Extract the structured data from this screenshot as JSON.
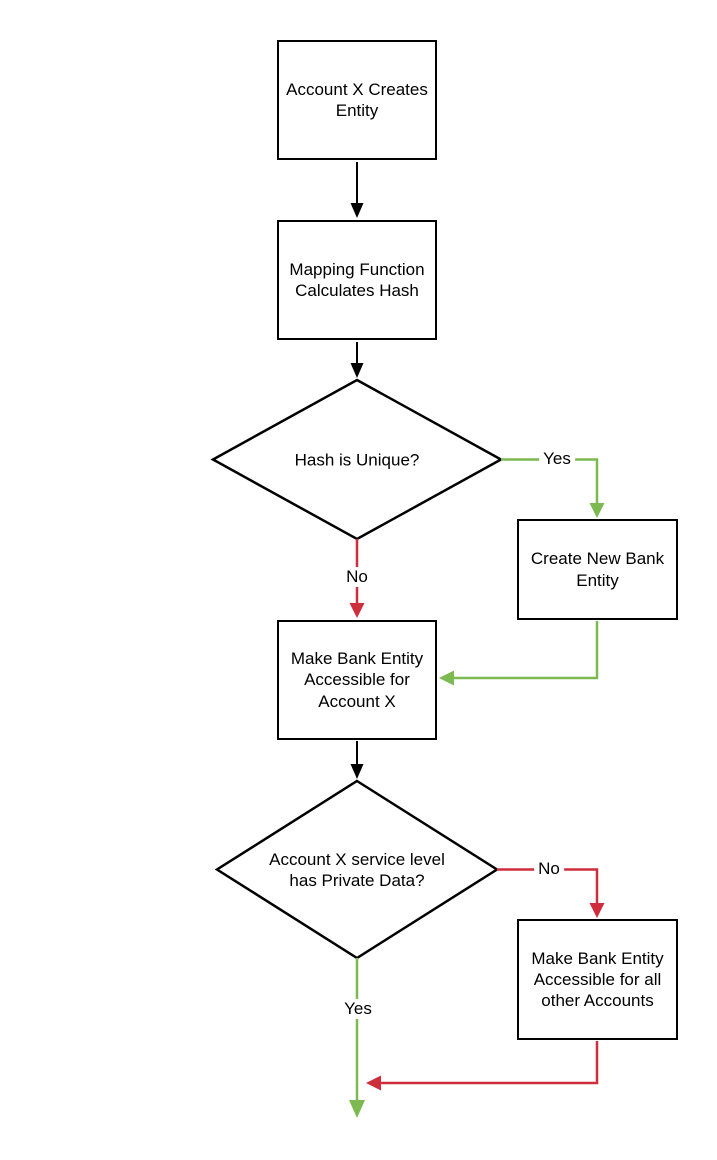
{
  "flowchart": {
    "background_color": "#ffffff",
    "colors": {
      "node_border": "#000000",
      "node_fill": "#ffffff",
      "text": "#000000",
      "connector_default": "#000000",
      "branch_yes_green": "#7cb950",
      "branch_no_red": "#cd2d3c"
    },
    "nodes": [
      {
        "id": "account-x-creates-entity",
        "type": "process",
        "label": "Account X Creates Entity"
      },
      {
        "id": "mapping-function-hash",
        "type": "process",
        "label": "Mapping Function Calculates Hash"
      },
      {
        "id": "hash-is-unique",
        "type": "decision",
        "label": "Hash is Unique?"
      },
      {
        "id": "create-new-bank-entity",
        "type": "process",
        "label": "Create New Bank Entity"
      },
      {
        "id": "accessible-for-account-x",
        "type": "process",
        "label": "Make Bank Entity Accessible for Account X"
      },
      {
        "id": "service-level-private",
        "type": "decision",
        "label": "Account X service level has Private Data?"
      },
      {
        "id": "accessible-for-all",
        "type": "process",
        "label": "Make Bank Entity Accessible for all other Accounts"
      }
    ],
    "edge_labels": [
      {
        "id": "hash-unique-yes",
        "label": "Yes",
        "color": "#7cb950"
      },
      {
        "id": "hash-unique-no",
        "label": "No",
        "color": "#cd2d3c"
      },
      {
        "id": "private-data-no",
        "label": "No",
        "color": "#cd2d3c"
      },
      {
        "id": "private-data-yes",
        "label": "Yes",
        "color": "#7cb950"
      }
    ]
  }
}
